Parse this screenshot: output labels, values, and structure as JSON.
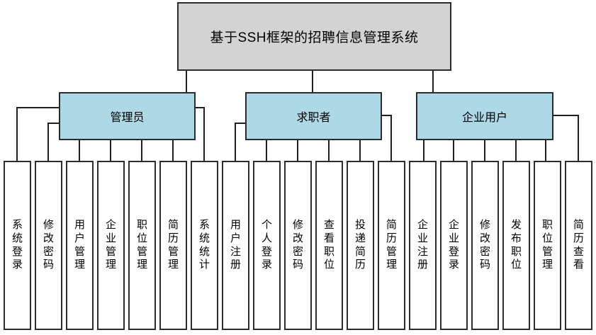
{
  "diagram": {
    "title": "基于SSH框架的招聘信息管理系统",
    "colors": {
      "root_fill": "#d3d3d3",
      "branch_fill": "#add8e6",
      "leaf_fill": "#ffffff",
      "line": "#1f1f1f",
      "border": "#2b2b2b",
      "text": "#000000"
    },
    "branches": [
      {
        "label": "管理员",
        "children": [
          "系统登录",
          "修改密码",
          "用户管理",
          "企业管理",
          "职位管理",
          "简历管理",
          "系统统计"
        ]
      },
      {
        "label": "求职者",
        "children": [
          "用户注册",
          "个人登录",
          "修改密码",
          "查看职位",
          "投递简历",
          "简历管理"
        ]
      },
      {
        "label": "企业用户",
        "children": [
          "企业注册",
          "企业登录",
          "修改密码",
          "发布职位",
          "职位管理",
          "简历查看"
        ]
      }
    ]
  }
}
